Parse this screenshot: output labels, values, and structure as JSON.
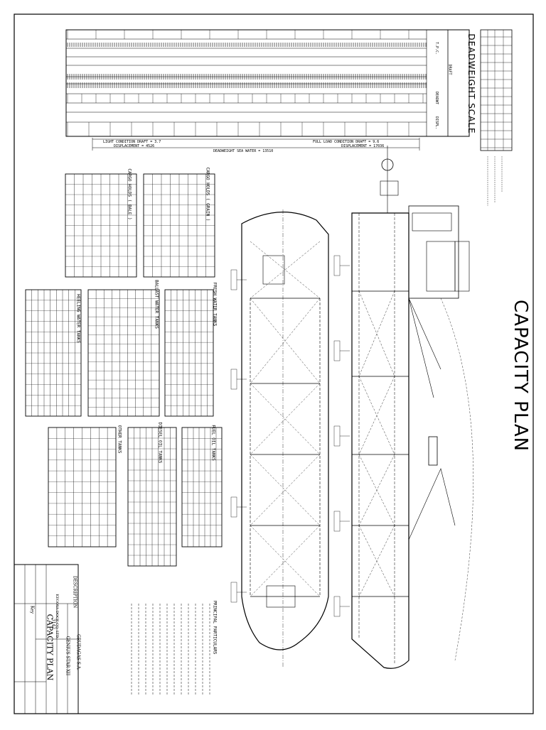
{
  "title": "CAPACITY PLAN",
  "deadweight": {
    "title": "DEADWEIGHT SCALE",
    "light_draft": "LIGHT CONDITION DRAFT = 3.7",
    "light_disp": "DISPLACEMENT = 4526",
    "full_draft": "FULL LOAD CONDITION DRAFT = 9.6",
    "full_disp": "DISPLACEMENT = 17036",
    "sea_water": "DEADWEIGHT SEA WATER = 13510",
    "col_labels": [
      "T.P.C.",
      "DRAFT",
      "DEADWT",
      "DISPL."
    ]
  },
  "tables": {
    "cargo_bale": "CARGO HOLDS ( BALE )",
    "cargo_grain": "CARGO HOLDS ( GRAIN )",
    "fresh_water": "FRESH WATER TANKS",
    "ballast_water": "BALLAST WATER TANKS",
    "heeling_water": "HEELING WATER TANKS",
    "fuel_oil": "FUEL OIL TANKS",
    "diesel_oil": "DIESEL OIL TANKS",
    "other_tanks": "OTHER TANKS",
    "principal": "PRINCIPAL PARTICULARS"
  },
  "title_block": {
    "owner": "GRUDAGAS S.A.",
    "vessel": "GENIUS STAR XII",
    "yard": "KEGOYA DOCK CO. LTD.",
    "hull_no": "3142",
    "drawing": "CAPACITY PLAN",
    "title_label": "DESCRIPTION",
    "key": "Key"
  }
}
